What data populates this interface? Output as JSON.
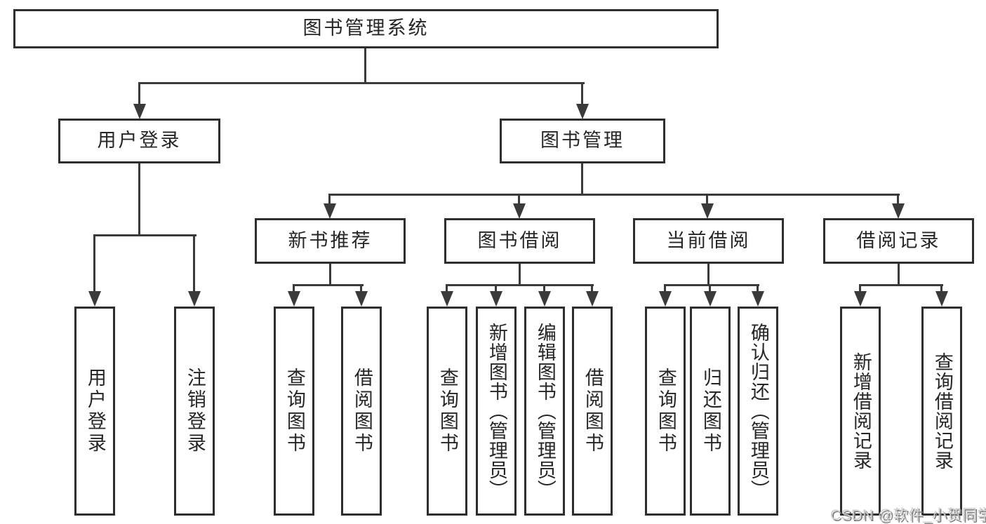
{
  "tree": {
    "root": {
      "label": "图书管理系统"
    },
    "branches": [
      {
        "label": "用户登录",
        "children": [
          {
            "label": "用户登录"
          },
          {
            "label": "注销登录"
          }
        ]
      },
      {
        "label": "图书管理",
        "children": [
          {
            "label": "新书推荐",
            "children": [
              {
                "label": "查询图书"
              },
              {
                "label": "借阅图书"
              }
            ]
          },
          {
            "label": "图书借阅",
            "children": [
              {
                "label": "查询图书"
              },
              {
                "label": "新增图书（管理员）"
              },
              {
                "label": "编辑图书（管理员）"
              },
              {
                "label": "借阅图书"
              }
            ]
          },
          {
            "label": "当前借阅",
            "children": [
              {
                "label": "查询图书"
              },
              {
                "label": "归还图书"
              },
              {
                "label": "确认归还（管理员）"
              }
            ]
          },
          {
            "label": "借阅记录",
            "children": [
              {
                "label": "新增借阅记录"
              },
              {
                "label": "查询借阅记录"
              }
            ]
          }
        ]
      }
    ]
  },
  "watermark": "CSDN @软件_小贺同学",
  "colors": {
    "background": "#ffffff",
    "line": "#3a3a3a",
    "box_border": "#2e2e2e",
    "text": "#262626",
    "watermark_text": "#cccccc"
  }
}
